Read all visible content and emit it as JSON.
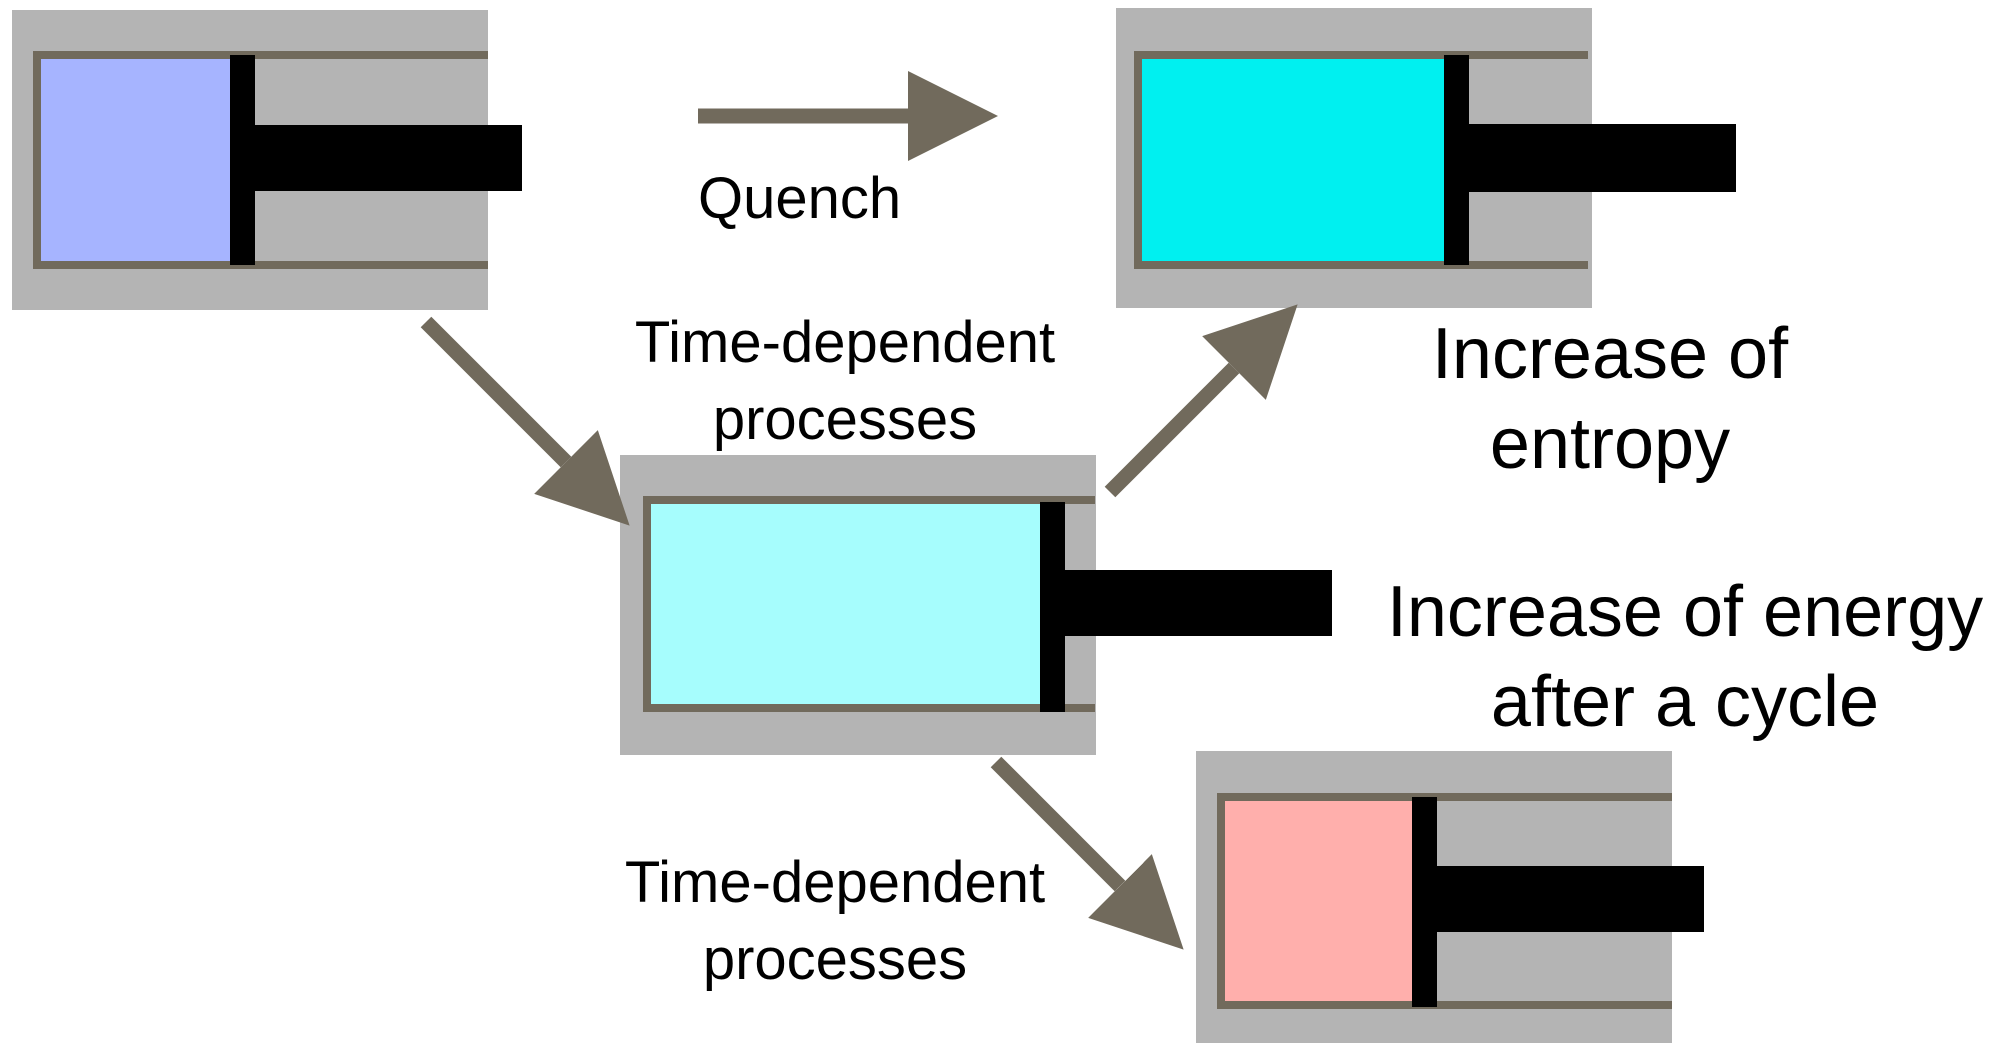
{
  "colors": {
    "housing": "#b4b4b4",
    "wall": "#716a5c",
    "piston": "#000000",
    "arrow": "#716a5c",
    "gas_initial": "#a6b4ff",
    "gas_quenched": "#00f0f0",
    "gas_intermediate": "#a6fdfd",
    "gas_final": "#ffafac"
  },
  "labels": {
    "quench": "Quench",
    "td_process_1_line1": "Time-dependent",
    "td_process_1_line2": "processes",
    "td_process_2_line1": "Time-dependent",
    "td_process_2_line2": "processes",
    "entropy_line1": "Increase of",
    "entropy_line2": "entropy",
    "energy_line1": "Increase of energy",
    "energy_line2": "after a cycle"
  }
}
